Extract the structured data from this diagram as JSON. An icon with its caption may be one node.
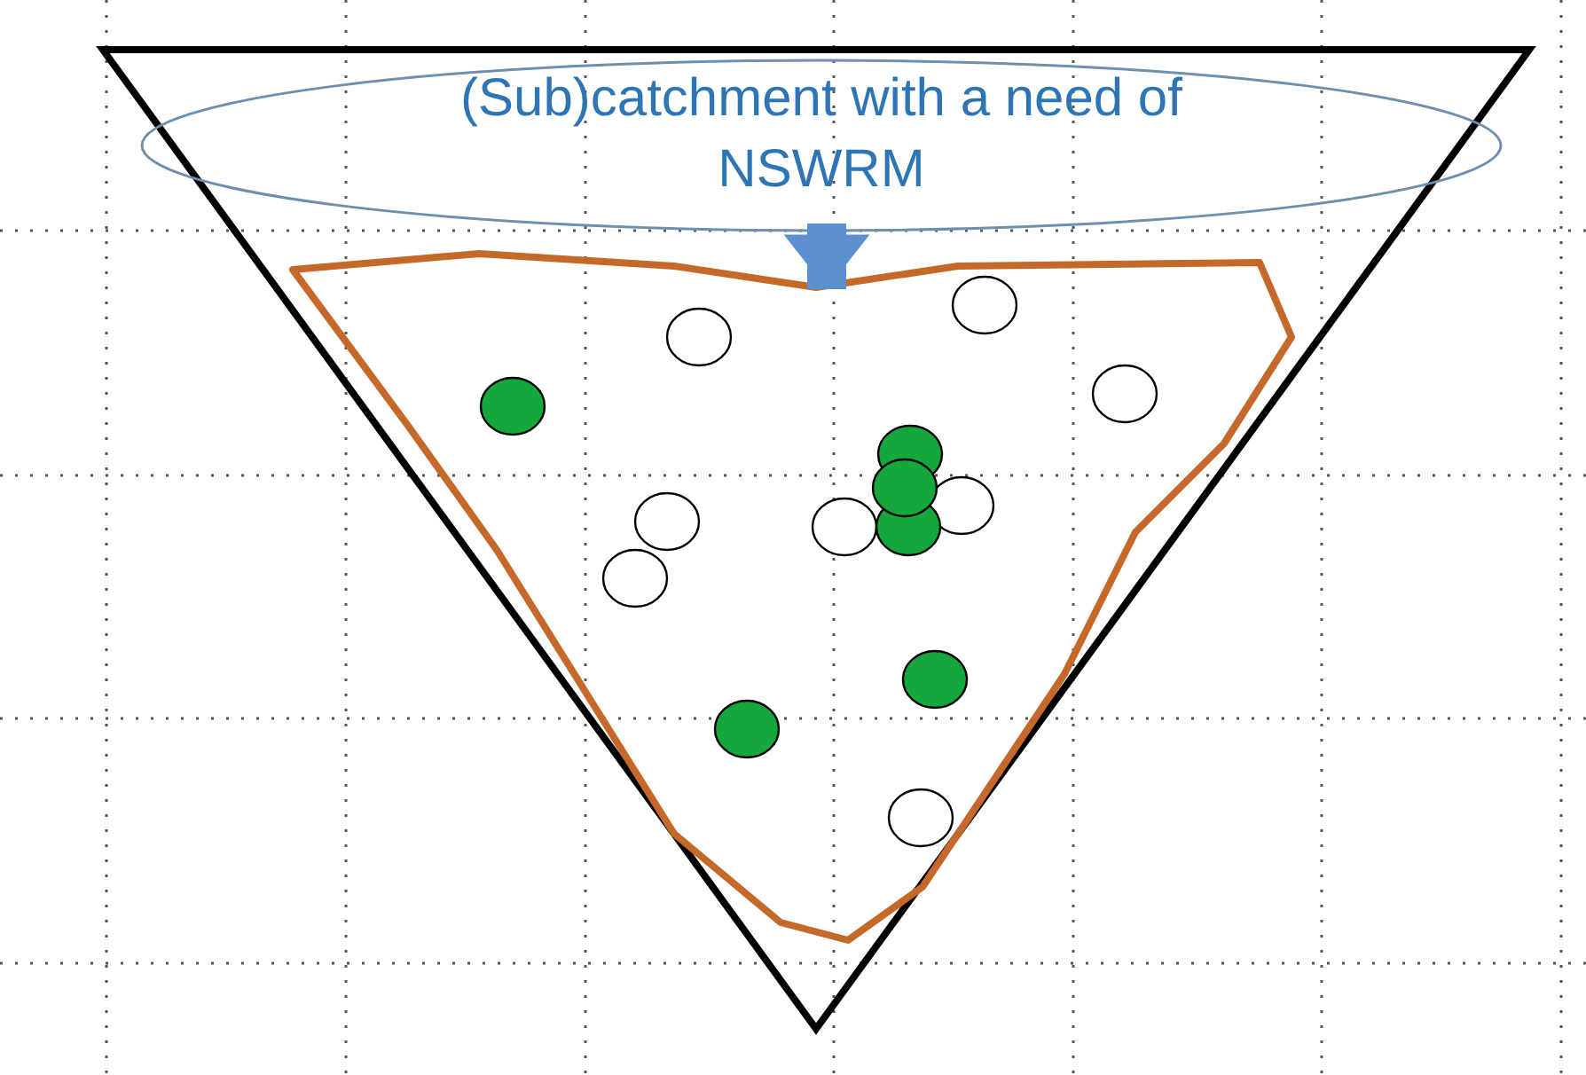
{
  "diagram": {
    "nodes": [
      {
        "text": [
          "(Sub)catchment with a need of NSWRM"
        ]
      },
      {
        "text": [],
        "shape": "polygon"
      }
    ],
    "edges": [
      {
        "from": 0,
        "to": 1,
        "arrow": "to"
      }
    ]
  }
}
